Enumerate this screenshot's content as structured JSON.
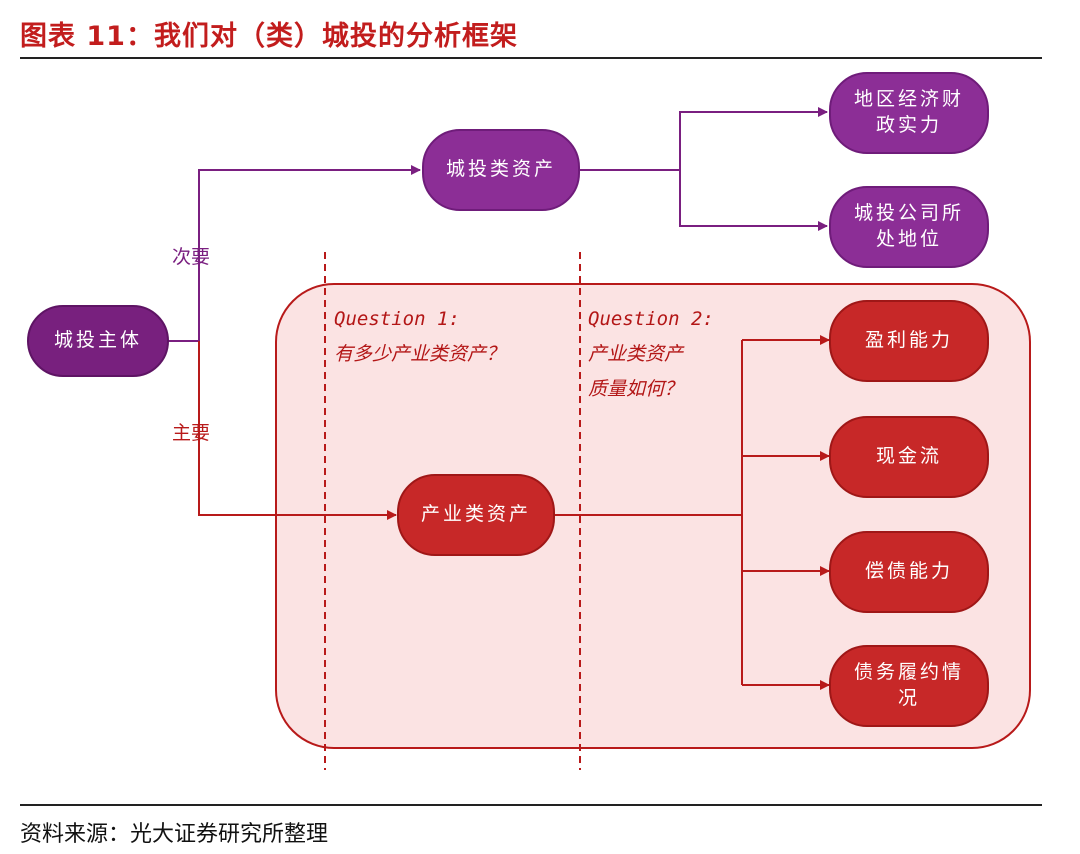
{
  "header": {
    "title": "图表 11：我们对（类）城投的分析框架"
  },
  "diagram": {
    "root": "城投主体",
    "branch_minor_label": "次要",
    "branch_major_label": "主要",
    "minor_node": "城投类资产",
    "minor_children": [
      "地区经济财政实力",
      "城投公司所处地位"
    ],
    "major_node": "产业类资产",
    "major_children": [
      "盈利能力",
      "现金流",
      "偿债能力",
      "债务履约情况"
    ],
    "question1": {
      "title": "Question 1:",
      "text": "有多少产业类资产？"
    },
    "question2": {
      "title": "Question 2:",
      "line1": "产业类资产",
      "line2": "质量如何？"
    }
  },
  "colors": {
    "purple": "#8c2e96",
    "purple_line": "#7a1f80",
    "red": "#c72828",
    "red_line": "#b81a1a",
    "panel_fill": "#fbe3e3",
    "title_red": "#c21d1d"
  },
  "footer": {
    "source": "资料来源：光大证券研究所整理"
  }
}
